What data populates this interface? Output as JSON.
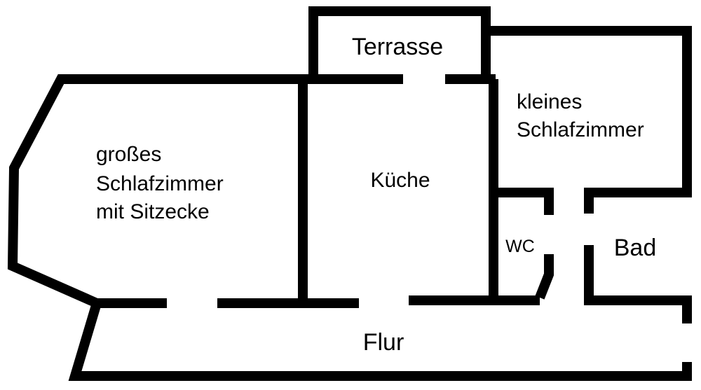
{
  "rooms": {
    "terrasse": "Terrasse",
    "kleines_schlafzimmer": [
      "kleines",
      "Schlafzimmer"
    ],
    "grosses_schlafzimmer": [
      "großes",
      "Schlafzimmer",
      "mit Sitzecke"
    ],
    "kueche": "Küche",
    "wc": "WC",
    "bad": "Bad",
    "flur": "Flur"
  },
  "colors": {
    "wall": "#000000",
    "background": "#ffffff"
  }
}
